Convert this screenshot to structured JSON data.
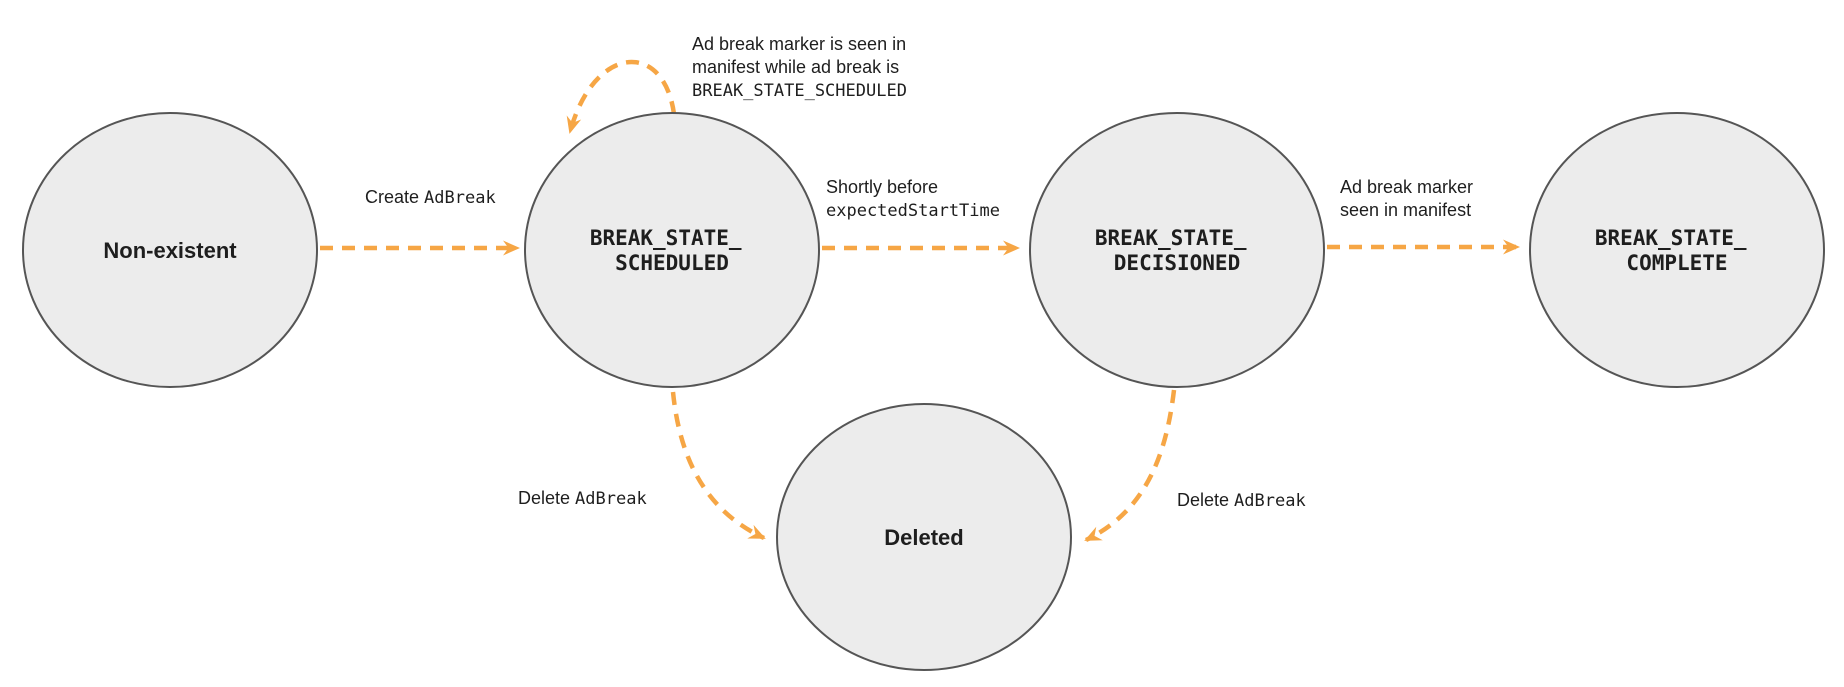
{
  "colors": {
    "arrow": "#F6A645",
    "node_fill": "#ECECEC",
    "node_stroke": "#555555",
    "text": "#1E1E1E"
  },
  "states": {
    "non_existent": {
      "label": "Non-existent"
    },
    "scheduled": {
      "line1": "BREAK_STATE_",
      "line2": "SCHEDULED"
    },
    "decisioned": {
      "line1": "BREAK_STATE_",
      "line2": "DECISIONED"
    },
    "complete": {
      "line1": "BREAK_STATE_",
      "line2": "COMPLETE"
    },
    "deleted": {
      "label": "Deleted"
    }
  },
  "transitions": {
    "create": {
      "text": "Create ",
      "code": "AdBreak"
    },
    "self_loop": {
      "line1": "Ad break marker is seen in",
      "line2": "manifest while ad break is",
      "line3_code": "BREAK_STATE_SCHEDULED"
    },
    "to_decisioned": {
      "line1": "Shortly before",
      "line2_code": "expectedStartTime"
    },
    "to_complete": {
      "line1": "Ad break marker",
      "line2": "seen in manifest"
    },
    "delete_from_scheduled": {
      "text": "Delete ",
      "code": "AdBreak"
    },
    "delete_from_decisioned": {
      "text": "Delete ",
      "code": "AdBreak"
    }
  }
}
